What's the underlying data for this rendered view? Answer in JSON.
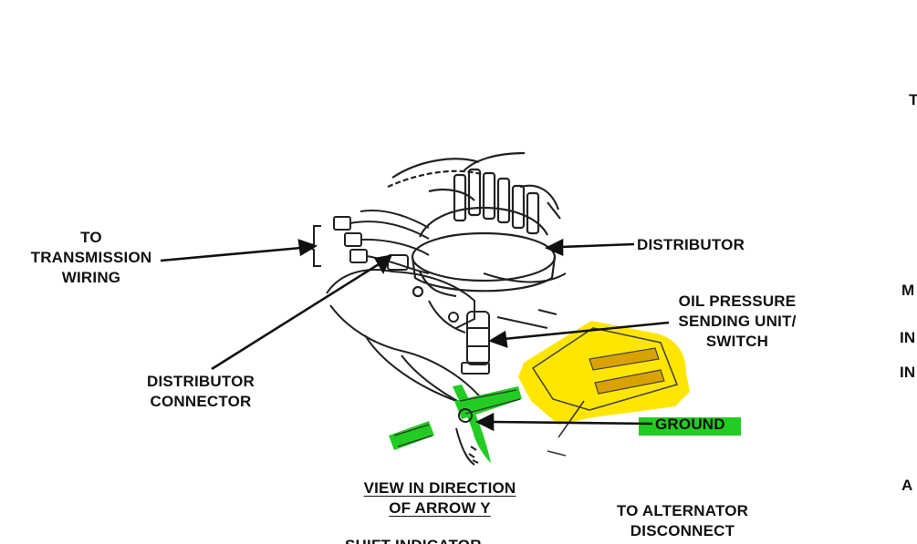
{
  "labels": {
    "to_transmission_wiring": [
      "TO",
      "TRANSMISSION",
      "WIRING"
    ],
    "distributor": "DISTRIBUTOR",
    "oil_pressure": [
      "OIL PRESSURE",
      "SENDING UNIT/",
      "SWITCH"
    ],
    "distributor_connector": [
      "DISTRIBUTOR",
      "CONNECTOR"
    ],
    "ground": "GROUND",
    "view_direction": [
      "VIEW IN DIRECTION",
      "OF ARROW Y"
    ],
    "to_alternator": [
      "TO ALTERNATOR",
      "DISCONNECT"
    ],
    "cut_off_bottom": "SHIFT INDICATOR"
  },
  "edge_fragments": [
    "T",
    "M",
    "IN",
    "IN",
    "A"
  ],
  "highlight_colors": {
    "yellow": "#ffe600",
    "green": "#22cc22"
  }
}
